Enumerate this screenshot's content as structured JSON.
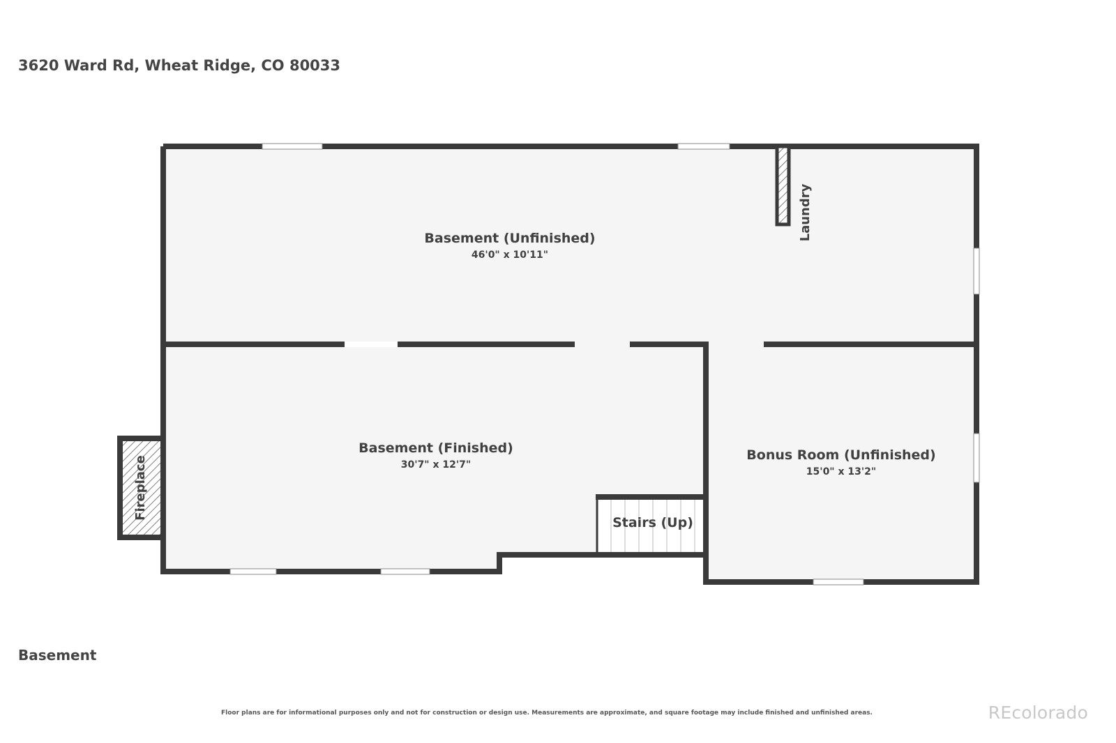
{
  "header": {
    "address": "3620 Ward Rd, Wheat Ridge, CO 80033"
  },
  "floor": {
    "name": "Basement"
  },
  "rooms": {
    "basement_unfinished": {
      "name": "Basement (Unfinished)",
      "dimensions": "46'0\" x 10'11\""
    },
    "basement_finished": {
      "name": "Basement (Finished)",
      "dimensions": "30'7\" x 12'7\""
    },
    "bonus_room": {
      "name": "Bonus Room (Unfinished)",
      "dimensions": "15'0\" x 13'2\""
    },
    "stairs": {
      "name": "Stairs (Up)"
    },
    "laundry": {
      "name": "Laundry"
    },
    "fireplace": {
      "name": "Fireplace"
    }
  },
  "footer": {
    "disclaimer": "Floor plans are for informational purposes only and not for construction or design use. Measurements are approximate, and square footage may include finished and unfinished areas.",
    "brand": "REcolorado"
  },
  "colors": {
    "wall": "#3a3a3a",
    "floor": "#f5f5f5",
    "window": "#ffffff",
    "brand": "#c8c8c8"
  }
}
